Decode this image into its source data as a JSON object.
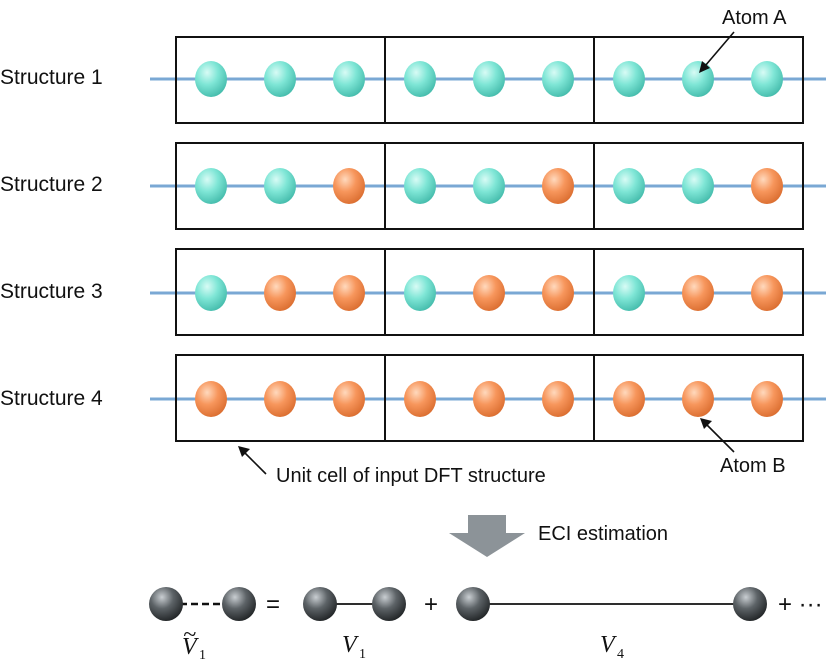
{
  "structures": [
    {
      "label": "Structure 1",
      "pattern": "AAA"
    },
    {
      "label": "Structure 2",
      "pattern": "AAB"
    },
    {
      "label": "Structure 3",
      "pattern": "ABB"
    },
    {
      "label": "Structure 4",
      "pattern": "BBB"
    }
  ],
  "annotations": {
    "atom_a": "Atom A",
    "atom_b": "Atom B",
    "unit_cell": "Unit cell of input DFT structure",
    "eci_estimation": "ECI estimation"
  },
  "equation": {
    "lhs_symbol": "V",
    "lhs_tilde": "~",
    "lhs_sub": "1",
    "equals": "=",
    "t1_symbol": "V",
    "t1_sub": "1",
    "plus": "+",
    "t2_symbol": "V",
    "t2_sub": "4",
    "plus_more": "+ ···"
  },
  "colors": {
    "atom_a": "#6fe0d0",
    "atom_b": "#f7955a",
    "chain_line": "#7aa8d4",
    "arrow": "#8c9398",
    "gray_atom": "#3a3d40"
  }
}
